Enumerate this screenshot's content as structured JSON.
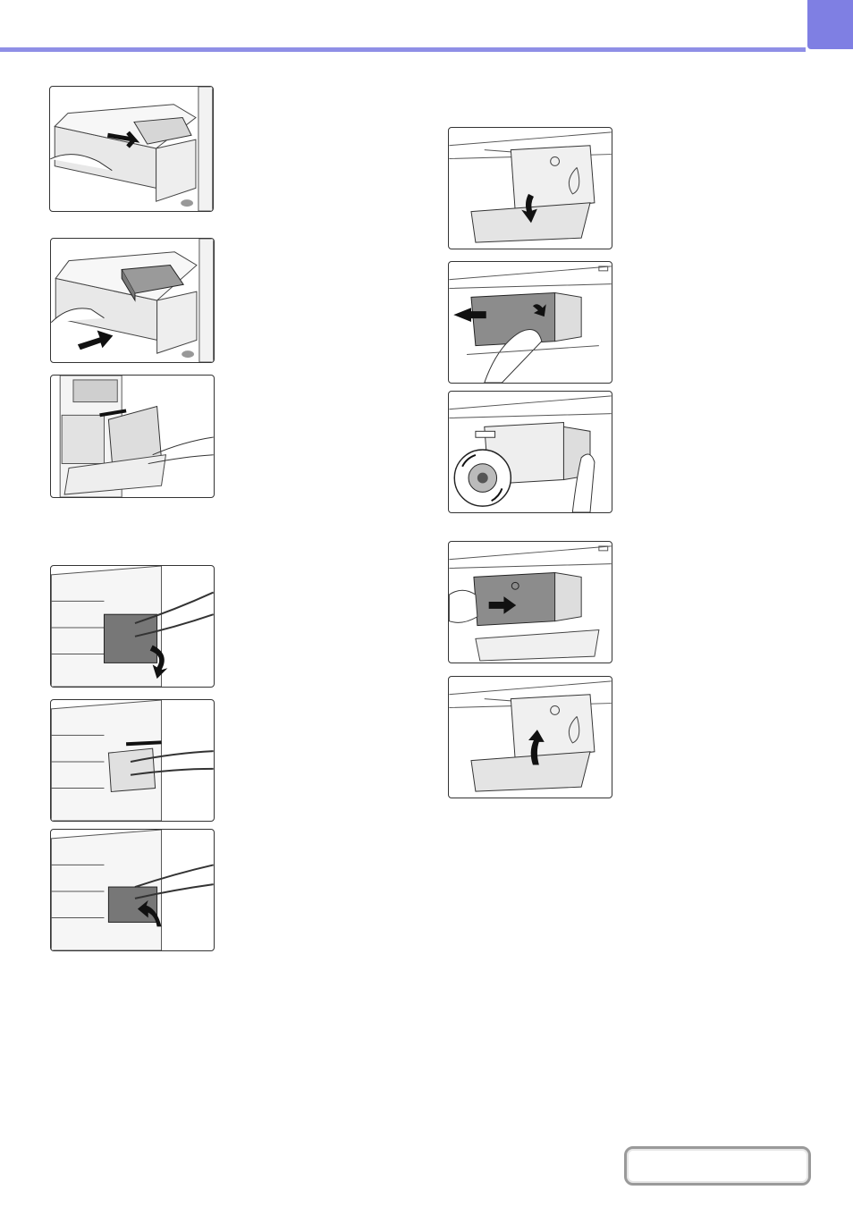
{
  "page": {
    "accent_color": "#8f8fe6",
    "chapter_tab_color": "#7f7fe3"
  },
  "figures": [
    {
      "icon": "tray-remove-paper-illustration"
    },
    {
      "icon": "tray-insert-paper-illustration"
    },
    {
      "icon": "side-cover-open-illustration"
    },
    {
      "icon": "lower-cover-open-illustration"
    },
    {
      "icon": "lower-cover-remove-paper-illustration"
    },
    {
      "icon": "lower-cover-close-illustration"
    },
    {
      "icon": "front-cover-open-illustration"
    },
    {
      "icon": "fusing-unit-pull-illustration"
    },
    {
      "icon": "roller-knob-rotate-illustration"
    },
    {
      "icon": "fusing-unit-push-illustration"
    },
    {
      "icon": "front-cover-close-illustration"
    }
  ],
  "nav": {
    "contents_label": ""
  }
}
